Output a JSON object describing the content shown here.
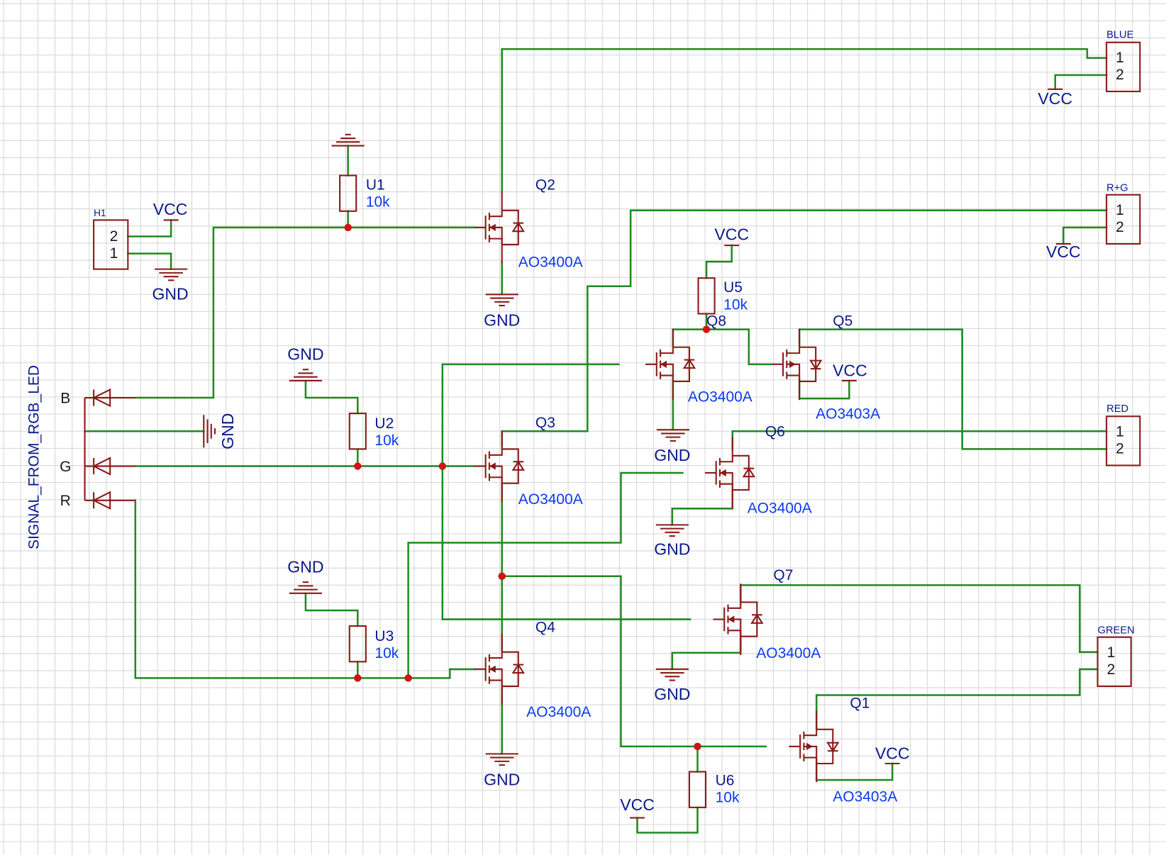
{
  "connector_h1": {
    "ref": "H1",
    "pins": [
      "2",
      "1"
    ]
  },
  "connector_signal": {
    "title": "SIGNAL_FROM_RGB_LED",
    "pins": [
      "B",
      "G",
      "R"
    ]
  },
  "connectors": [
    {
      "id": "blue",
      "ref": "BLUE",
      "pins": [
        "1",
        "2"
      ]
    },
    {
      "id": "rg",
      "ref": "R+G",
      "pins": [
        "1",
        "2"
      ]
    },
    {
      "id": "red",
      "ref": "RED",
      "pins": [
        "1",
        "2"
      ]
    },
    {
      "id": "green",
      "ref": "GREEN",
      "pins": [
        "1",
        "2"
      ]
    }
  ],
  "resistors": [
    {
      "ref": "U1",
      "value": "10k"
    },
    {
      "ref": "U2",
      "value": "10k"
    },
    {
      "ref": "U3",
      "value": "10k"
    },
    {
      "ref": "U5",
      "value": "10k"
    },
    {
      "ref": "U6",
      "value": "10k"
    }
  ],
  "transistors": [
    {
      "ref": "Q2",
      "part": "AO3400A"
    },
    {
      "ref": "Q3",
      "part": "AO3400A"
    },
    {
      "ref": "Q4",
      "part": "AO3400A"
    },
    {
      "ref": "Q8",
      "part": "AO3400A"
    },
    {
      "ref": "Q5",
      "part": "AO3403A"
    },
    {
      "ref": "Q6",
      "part": "AO3400A"
    },
    {
      "ref": "Q7",
      "part": "AO3400A"
    },
    {
      "ref": "Q1",
      "part": "AO3403A"
    }
  ],
  "power": {
    "vcc": "VCC",
    "gnd": "GND"
  },
  "colors": {
    "wire": "#1f8a1f",
    "component": "#8b1a1a",
    "junction": "#d21414",
    "label_navy": "#0a1a8a",
    "label_blue": "#0a3af0",
    "grid": "#d6d6d6"
  }
}
